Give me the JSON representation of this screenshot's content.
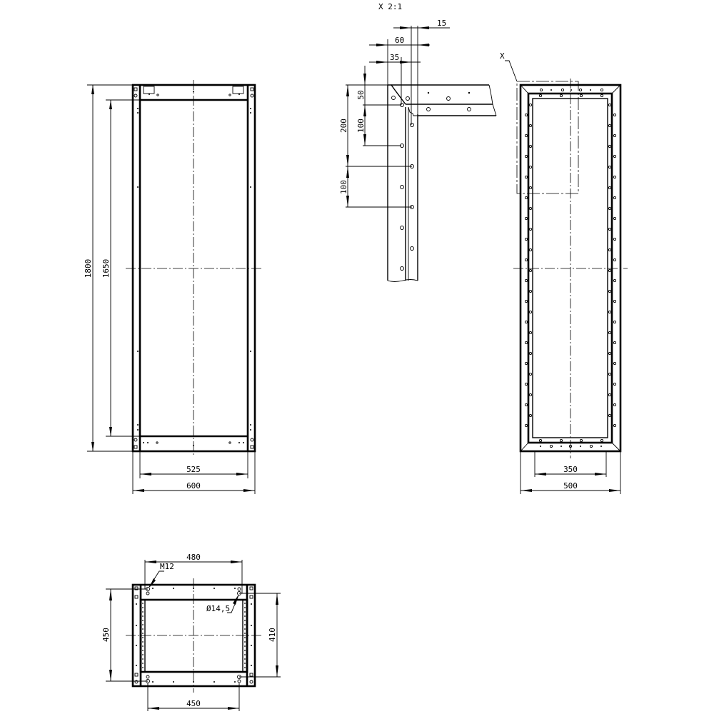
{
  "drawing": {
    "type": "cabinet frame technical drawing",
    "views": {
      "front": {
        "dimensions": {
          "overall_height": "1800",
          "inner_height": "1650",
          "inner_width": "525",
          "overall_width": "600"
        }
      },
      "detail": {
        "title": "X 2:1",
        "dimensions": {
          "d15": "15",
          "d60": "60",
          "d35": "35",
          "d50": "50",
          "d200": "200",
          "d100_upper": "100",
          "d100_lower": "100"
        }
      },
      "side": {
        "detail_marker": "X",
        "dimensions": {
          "inner_width": "350",
          "overall_width": "500"
        }
      },
      "plan": {
        "dimensions": {
          "top_width": "480",
          "bottom_width": "450",
          "left_depth": "450",
          "right_depth": "410"
        },
        "callouts": {
          "thread": "M12",
          "hole": "Ø14,5"
        }
      }
    }
  }
}
